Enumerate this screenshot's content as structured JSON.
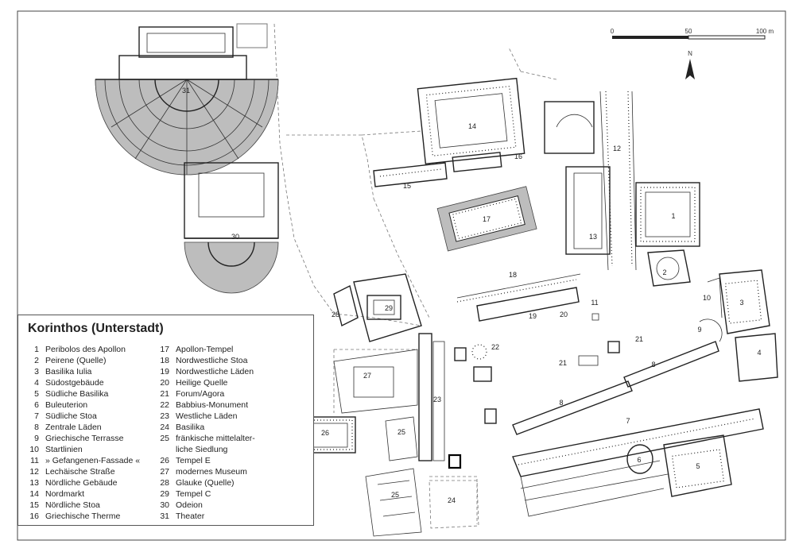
{
  "legend": {
    "title": "Korinthos (Unterstadt)",
    "column1": [
      {
        "num": "1",
        "label": "Peribolos des Apollon"
      },
      {
        "num": "2",
        "label": "Peirene (Quelle)"
      },
      {
        "num": "3",
        "label": "Basilika Iulia"
      },
      {
        "num": "4",
        "label": "Südostgebäude"
      },
      {
        "num": "5",
        "label": "Südliche Basilika"
      },
      {
        "num": "6",
        "label": "Buleuterion"
      },
      {
        "num": "7",
        "label": "Südliche Stoa"
      },
      {
        "num": "8",
        "label": "Zentrale Läden"
      },
      {
        "num": "9",
        "label": "Griechische Terrasse"
      },
      {
        "num": "10",
        "label": "Startlinien"
      },
      {
        "num": "11",
        "label": "» Gefangenen-Fassade «"
      },
      {
        "num": "12",
        "label": "Lechäische Straße"
      },
      {
        "num": "13",
        "label": "Nördliche Gebäude"
      },
      {
        "num": "14",
        "label": "Nordmarkt"
      },
      {
        "num": "15",
        "label": "Nördliche Stoa"
      },
      {
        "num": "16",
        "label": "Griechische Therme"
      }
    ],
    "column2": [
      {
        "num": "17",
        "label": "Apollon-Tempel"
      },
      {
        "num": "18",
        "label": "Nordwestliche Stoa"
      },
      {
        "num": "19",
        "label": "Nordwestliche Läden"
      },
      {
        "num": "20",
        "label": "Heilige Quelle"
      },
      {
        "num": "21",
        "label": "Forum/Agora"
      },
      {
        "num": "22",
        "label": "Babbius-Monument"
      },
      {
        "num": "23",
        "label": "Westliche Läden"
      },
      {
        "num": "24",
        "label": "Basilika"
      },
      {
        "num": "25",
        "label": "fränkische mittelalter-"
      },
      {
        "num": "",
        "label": "liche Siedlung"
      },
      {
        "num": "26",
        "label": "Tempel E"
      },
      {
        "num": "27",
        "label": "modernes Museum"
      },
      {
        "num": "28",
        "label": "Glauke (Quelle)"
      },
      {
        "num": "29",
        "label": "Tempel C"
      },
      {
        "num": "30",
        "label": "Odeion"
      },
      {
        "num": "31",
        "label": "Theater"
      }
    ]
  },
  "scale": {
    "tick0": "0",
    "tick50": "50",
    "tick100": "100 m"
  },
  "north": {
    "label": "N",
    "icon": "north-arrow-icon"
  },
  "labels": {
    "n1": "1",
    "n2": "2",
    "n3": "3",
    "n4": "4",
    "n5": "5",
    "n6": "6",
    "n7": "7",
    "n8a": "8",
    "n8b": "8",
    "n9": "9",
    "n10": "10",
    "n11": "11",
    "n12": "12",
    "n13": "13",
    "n14": "14",
    "n15": "15",
    "n16": "16",
    "n17": "17",
    "n18": "18",
    "n19": "19",
    "n20": "20",
    "n21a": "21",
    "n21b": "21",
    "n22": "22",
    "n23": "23",
    "n24": "24",
    "n25a": "25",
    "n25b": "25",
    "n26": "26",
    "n27": "27",
    "n28": "28",
    "n29": "29",
    "n30": "30",
    "n31": "31"
  }
}
